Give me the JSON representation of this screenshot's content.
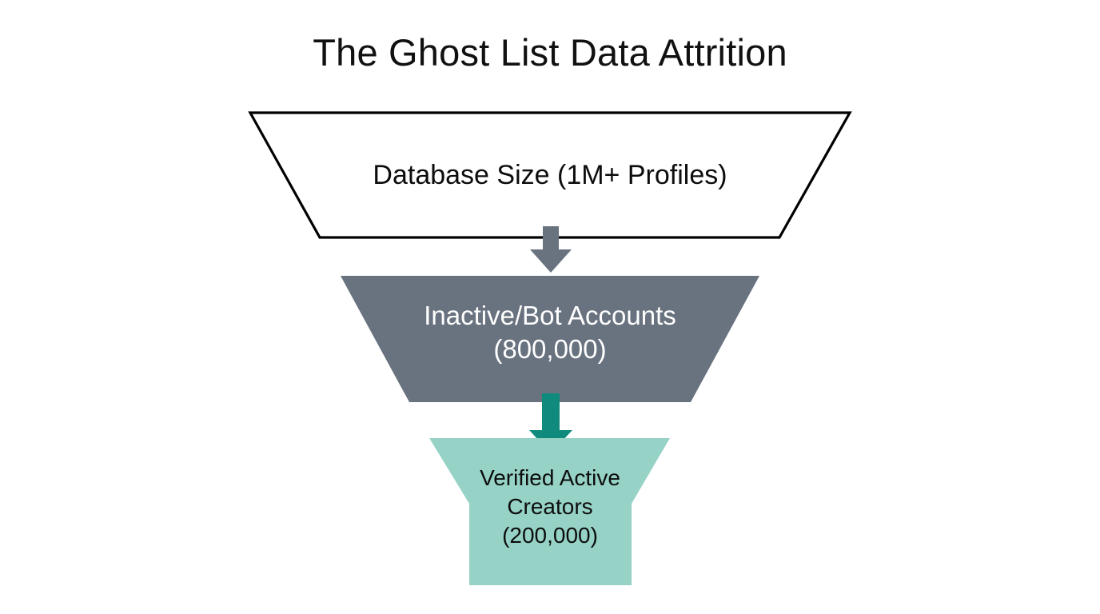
{
  "title": "The Ghost List Data Attrition",
  "chart_data": {
    "type": "funnel",
    "title": "The Ghost List Data Attrition",
    "orientation": "vertical",
    "categories": [
      "Database Size",
      "Inactive/Bot Accounts",
      "Verified Active Creators"
    ],
    "values": [
      1000000,
      800000,
      200000
    ],
    "value_labels": [
      "1M+ Profiles",
      "800,000",
      "200,000"
    ],
    "stage_labels": [
      "Database Size (1M+ Profiles)",
      "Inactive/Bot Accounts\n(800,000)",
      "Verified Active Creators\n(200,000)"
    ],
    "legend": "none",
    "grid": false
  },
  "stages": [
    {
      "id": "database-size",
      "label": "Database Size (1M+ Profiles)",
      "value_text": "1M+ Profiles",
      "fill": "#ffffff",
      "stroke": "#000000",
      "text_color": "#0d0d0d"
    },
    {
      "id": "inactive-bot-accounts",
      "label": "Inactive/Bot Accounts\n(800,000)",
      "value_text": "800,000",
      "fill": "#69727f",
      "stroke": "none",
      "text_color": "#ffffff"
    },
    {
      "id": "verified-active-creators",
      "label": "Verified Active Creators\n(200,000)",
      "value_text": "200,000",
      "fill": "#96d2c6",
      "stroke": "none",
      "text_color": "#0d0d0d"
    }
  ],
  "connectors": [
    {
      "id": "connector-1",
      "icon": "down-arrow-icon",
      "color": "#69727f"
    },
    {
      "id": "connector-2",
      "icon": "down-arrow-icon",
      "color": "#0f8a7c"
    }
  ],
  "colors": {
    "background": "#ffffff",
    "title_text": "#111111",
    "stage_gray": "#69727f",
    "stage_mint": "#96d2c6",
    "arrow_teal": "#0f8a7c",
    "outline_black": "#000000"
  }
}
